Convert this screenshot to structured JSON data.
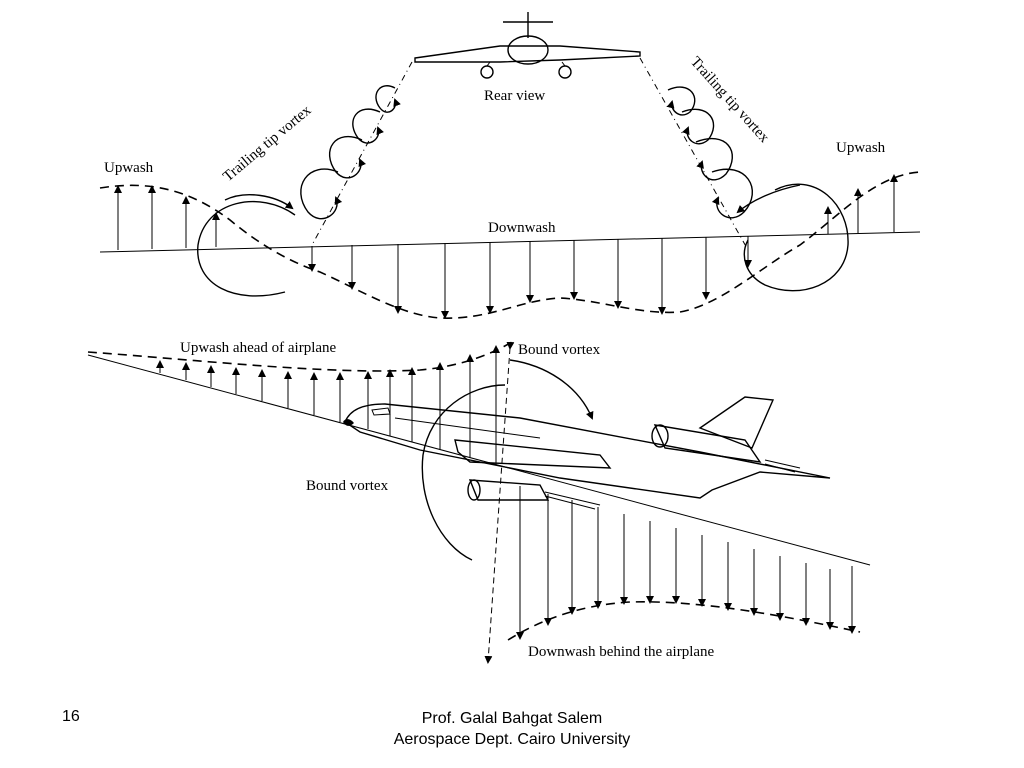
{
  "diagram": {
    "labels": {
      "rear_view": "Rear view",
      "trailing_tip_vortex_left": "Trailing tip vortex",
      "trailing_tip_vortex_right": "Trailing tip vortex",
      "upwash_left": "Upwash",
      "upwash_right": "Upwash",
      "downwash": "Downwash",
      "upwash_ahead": "Upwash ahead of airplane",
      "bound_vortex_top": "Bound vortex",
      "bound_vortex_left": "Bound vortex",
      "downwash_behind": "Downwash behind the airplane"
    }
  },
  "footer": {
    "slide_number": "16",
    "author": "Prof. Galal Bahgat Salem",
    "affiliation": "Aerospace Dept. Cairo University"
  }
}
